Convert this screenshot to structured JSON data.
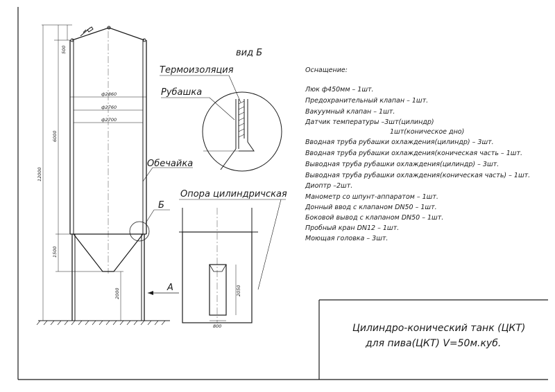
{
  "drawing": {
    "view_label": "вид Б",
    "labels": {
      "insulation": "Термоизоляция",
      "jacket": "Рубашка",
      "shell": "Обечайка",
      "support": "Опора цилиндричская",
      "callout_b": "Б",
      "arrow_a": "А"
    },
    "dimensions": {
      "d1": "ф2860",
      "d2": "ф2760",
      "d3": "ф2700",
      "h_top": "500",
      "h_cyl": "6000",
      "h_total": "12000",
      "h_cone": "1500",
      "h_legs": "2000",
      "hatch_h": "2050",
      "hatch_w": "800"
    }
  },
  "equipment": {
    "heading": "Оснащение:",
    "items": [
      "Люк ф450мм – 1шт.",
      "Предохранительный клапан – 1шт.",
      "Вакуумный клапан – 1шт.",
      "Датчик температуры –3шт(цилиндр)",
      "1шт(коническое дно)",
      "Вводная труба рубашки охлаждения(цилиндр) – 3шт.",
      "Вводная труба рубашки охлаждения(коническая часть – 1шт.",
      "Выводная труба рубашки охлаждения(цилиндр) – 3шт.",
      "Выводная труба рубашки охлаждения(коническая часть) – 1шт.",
      "Диоптр –2шт.",
      "Манометр со шпунт-аппаратом – 1шт.",
      "Донный ввод с клапаном DN50 – 1шт.",
      "Боковой вывод с клапаном DN50 – 1шт.",
      "Пробный кран DN12 – 1шт.",
      "Моющая головка – 3шт."
    ]
  },
  "title_block": {
    "line1": "Цилиндро-конический танк (ЦКТ)",
    "line2": "для пива(ЦКТ) V=50м.куб."
  }
}
